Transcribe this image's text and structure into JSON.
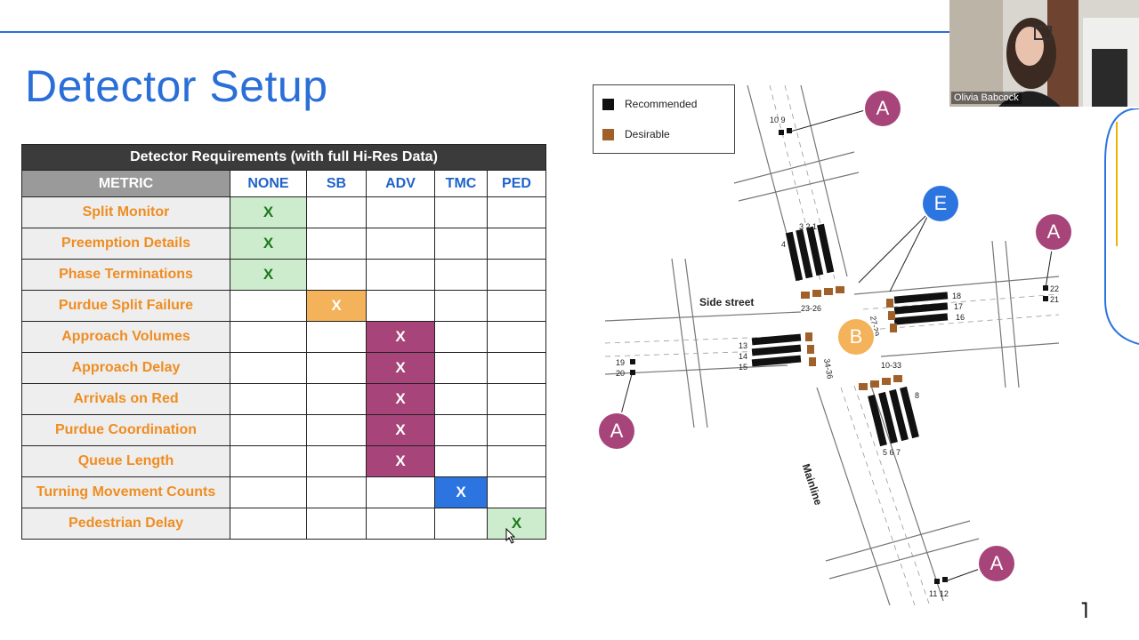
{
  "slide": {
    "title": "Detector Setup"
  },
  "table": {
    "caption": "Detector Requirements (with full Hi-Res Data)",
    "headers": [
      "METRIC",
      "NONE",
      "SB",
      "ADV",
      "TMC",
      "PED"
    ],
    "rows": [
      {
        "metric": "Split Monitor",
        "col": "NONE",
        "mark": "X"
      },
      {
        "metric": "Preemption Details",
        "col": "NONE",
        "mark": "X"
      },
      {
        "metric": "Phase Terminations",
        "col": "NONE",
        "mark": "X"
      },
      {
        "metric": "Purdue Split Failure",
        "col": "SB",
        "mark": "X"
      },
      {
        "metric": "Approach Volumes",
        "col": "ADV",
        "mark": "X"
      },
      {
        "metric": "Approach Delay",
        "col": "ADV",
        "mark": "X"
      },
      {
        "metric": "Arrivals on Red",
        "col": "ADV",
        "mark": "X"
      },
      {
        "metric": "Purdue Coordination",
        "col": "ADV",
        "mark": "X"
      },
      {
        "metric": "Queue Length",
        "col": "ADV",
        "mark": "X"
      },
      {
        "metric": "Turning Movement Counts",
        "col": "TMC",
        "mark": "X"
      },
      {
        "metric": "Pedestrian Delay",
        "col": "PED",
        "mark": "X"
      }
    ]
  },
  "legend": {
    "recommended": "Recommended",
    "desirable": "Desirable"
  },
  "diagram": {
    "side_street": "Side street",
    "mainline": "Mainline",
    "badge_a": "A",
    "badge_b": "B",
    "badge_e": "E",
    "labels": {
      "l109": "10 9",
      "l321": "3 2 1",
      "l4": "4",
      "l2326": "23-26",
      "l2729": "27-29",
      "l18": "18",
      "l17": "17",
      "l16": "16",
      "l22": "22",
      "l21": "21",
      "l19": "19",
      "l20": "20",
      "l13": "13",
      "l14": "14",
      "l15": "15",
      "l3436": "34-36",
      "l1033": "10-33",
      "l8": "8",
      "l567": "5 6 7",
      "l1112": "11 12"
    }
  },
  "video": {
    "participant_name": "Olivia Babcock"
  },
  "colors": {
    "title_blue": "#2a6ed8",
    "metric_orange": "#ef8d22",
    "none_green": "#cdeccd",
    "sb_orange": "#f4b25a",
    "adv_purple": "#a7447a",
    "tmc_blue": "#2c74e0",
    "recommended": "#111111",
    "desirable": "#a0602a"
  },
  "icons": {
    "cursor": "mouse-pointer-icon",
    "corner": "slide-corner-glyph"
  },
  "corner_glyph": "˥"
}
